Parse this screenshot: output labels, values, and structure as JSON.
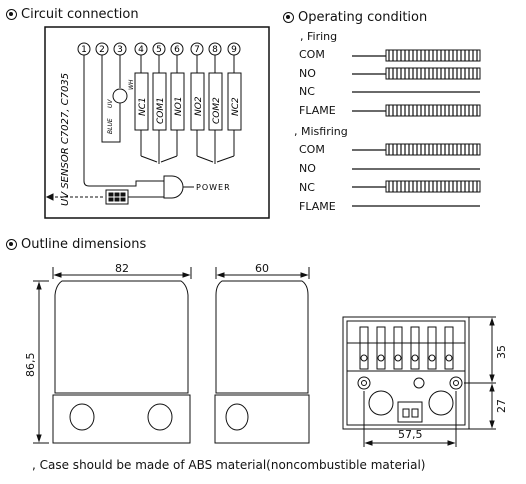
{
  "sections": {
    "circuit_connection": "Circuit connection",
    "operating_condition": "Operating condition",
    "outline_dimensions": "Outline dimensions"
  },
  "circuit": {
    "terminals": [
      "1",
      "2",
      "3",
      "4",
      "5",
      "6",
      "7",
      "8",
      "9"
    ],
    "sensor_label": "UV SENSOR C7027, C7035",
    "uv_label": "UV",
    "blue_label": "BLUE",
    "wh_label": "WH",
    "relays": [
      "NC1",
      "COM1",
      "NO1",
      "NO2",
      "COM2",
      "NC2"
    ],
    "power_label": "POWER"
  },
  "operating": {
    "firing_title": ", Firing",
    "misfiring_title": ", Misfiring",
    "firing": [
      {
        "name": "COM",
        "active": true
      },
      {
        "name": "NO",
        "active": true
      },
      {
        "name": "NC",
        "active": false
      },
      {
        "name": "FLAME",
        "active": true
      }
    ],
    "misfiring": [
      {
        "name": "COM",
        "active": true
      },
      {
        "name": "NO",
        "active": false
      },
      {
        "name": "NC",
        "active": true
      },
      {
        "name": "FLAME",
        "active": false
      }
    ]
  },
  "dimensions": {
    "width_front": "82",
    "width_side": "60",
    "height": "86,5",
    "mount_width": "57,5",
    "upper_height": "35",
    "lower_height": "27"
  },
  "note": ", Case should be made of ABS material(noncombustible material)"
}
